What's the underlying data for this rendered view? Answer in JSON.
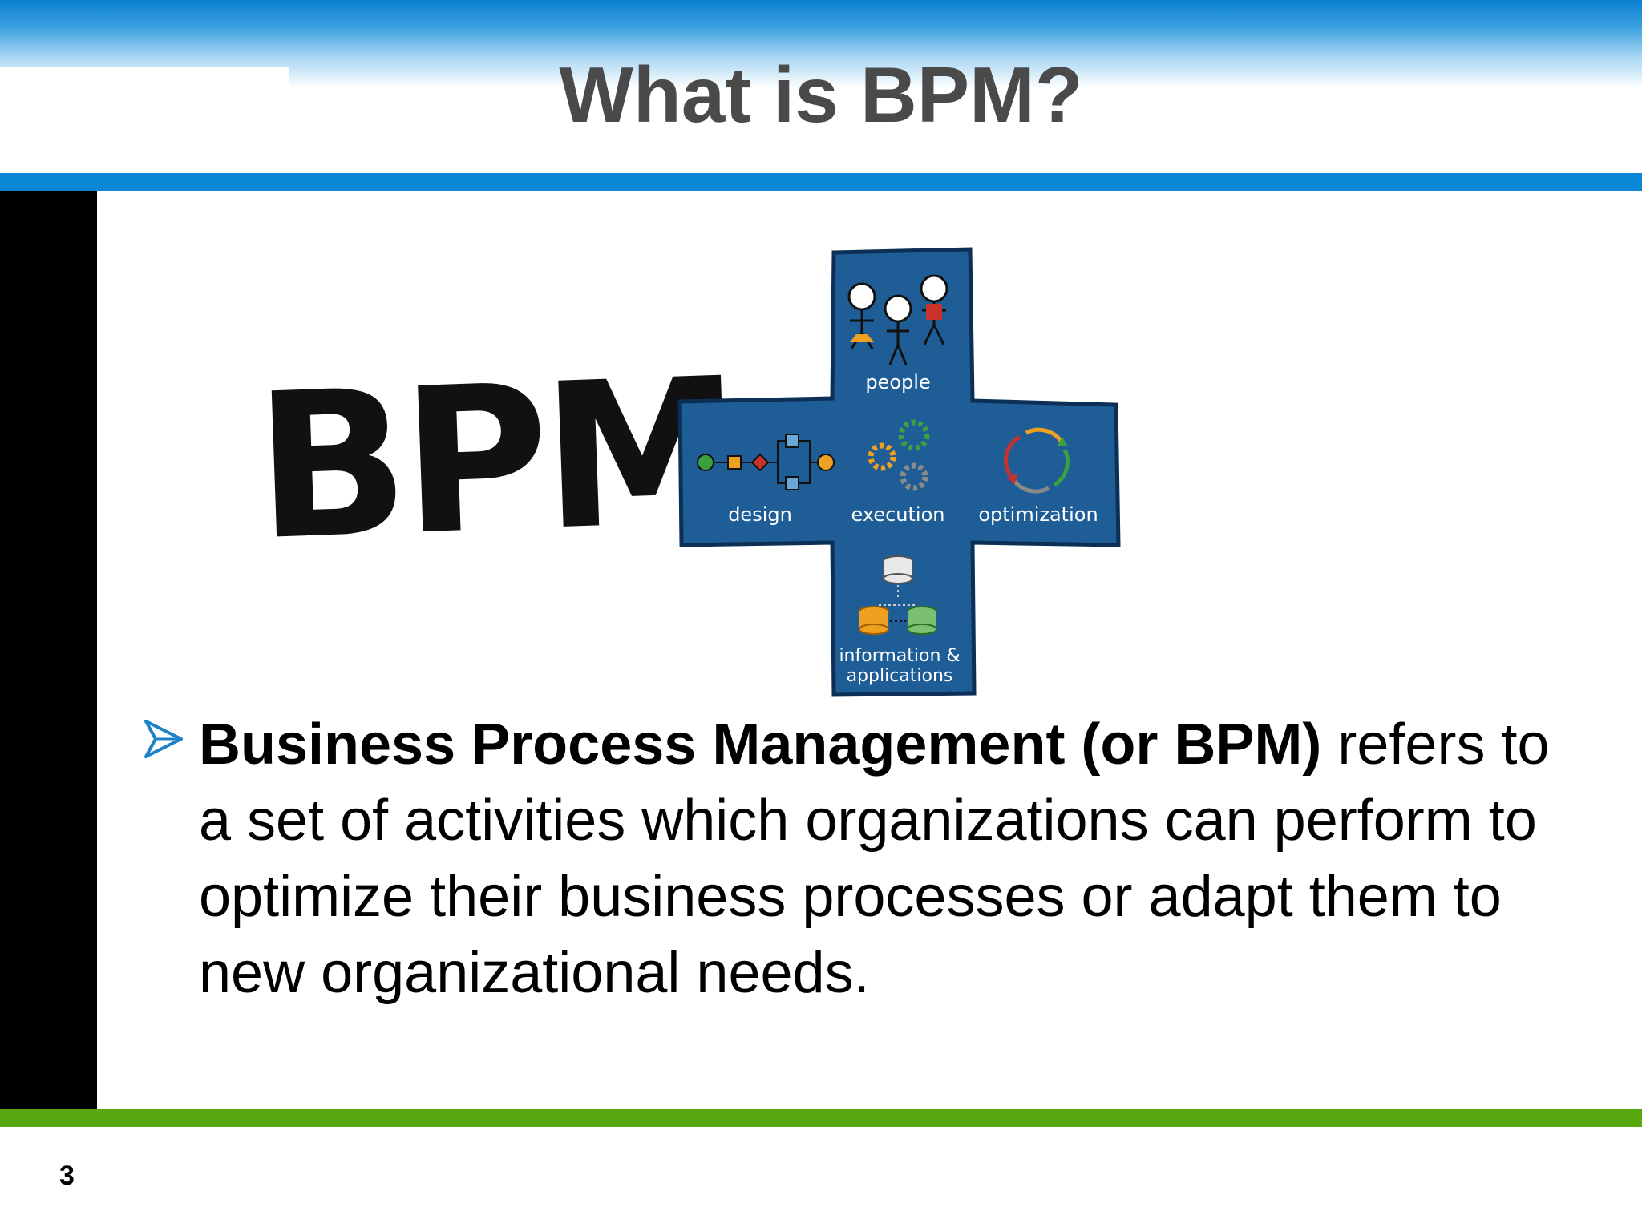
{
  "slide": {
    "title": "What is BPM?",
    "page_number": "3"
  },
  "logo": {
    "wordmark": "BPM",
    "quadrants": {
      "top": "people",
      "left": "design",
      "center": "execution",
      "right": "optimization",
      "bottom_line1": "information &",
      "bottom_line2": "applications"
    }
  },
  "bullet": {
    "icon": "arrow-bullet-icon",
    "lead": "Business Process Management (or BPM)",
    "body": " refers to a set of activities which organizations can perform to optimize their business processes or adapt them to new organizational needs."
  },
  "colors": {
    "title_rule": "#0a86d6",
    "bottom_rule": "#57a70f",
    "left_bar": "#000000",
    "cross_fill": "#1f5d96",
    "title_text": "#4a4a4a"
  }
}
